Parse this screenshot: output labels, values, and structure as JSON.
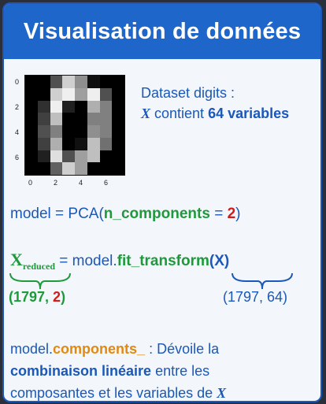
{
  "header": {
    "title": "Visualisation de données"
  },
  "digit_image": {
    "y_ticks": [
      "0",
      "2",
      "4",
      "6"
    ],
    "x_ticks": [
      "0",
      "2",
      "4",
      "6"
    ],
    "pixels": [
      [
        0,
        0,
        5,
        13,
        9,
        1,
        0,
        0
      ],
      [
        0,
        0,
        13,
        15,
        10,
        15,
        5,
        0
      ],
      [
        0,
        3,
        15,
        2,
        0,
        11,
        8,
        0
      ],
      [
        0,
        4,
        12,
        0,
        0,
        8,
        8,
        0
      ],
      [
        0,
        5,
        8,
        0,
        0,
        9,
        8,
        0
      ],
      [
        0,
        4,
        11,
        0,
        1,
        12,
        7,
        0
      ],
      [
        0,
        2,
        14,
        5,
        10,
        12,
        0,
        0
      ],
      [
        0,
        0,
        6,
        13,
        10,
        0,
        0,
        0
      ]
    ]
  },
  "dataset": {
    "line1": "Dataset digits :",
    "x_symbol": "X",
    "contient": " contient ",
    "num": "64 variables"
  },
  "model_line": {
    "prefix": "model = PCA(",
    "param": "n_components",
    "equals": " = ",
    "value": "2",
    "suffix": ")"
  },
  "fit_line": {
    "x": "X",
    "sub": "reduced",
    "assign": " = model.",
    "method": "fit_transform",
    "arg": "(X)"
  },
  "shapes": {
    "reduced_open": "(",
    "reduced_n": "1797, ",
    "reduced_k": "2",
    "reduced_close": ")",
    "input": "(1797, 64)"
  },
  "components": {
    "prefix": "model.",
    "attr": "components_",
    "desc1": " : Dévoile la",
    "bold2": "combinaison linéaire",
    "rest2": " entre les",
    "line3": "composantes et les variables de ",
    "x": "X"
  },
  "colors": {
    "header": "#1e66c9",
    "text_blue": "#1a58b9",
    "green": "#1e9a3b",
    "red": "#d21c1c",
    "orange": "#e08a12"
  }
}
